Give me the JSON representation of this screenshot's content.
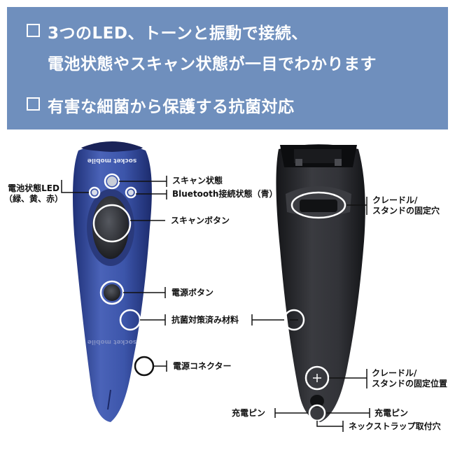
{
  "banner": {
    "line1": "3つのLED、トーンと振動で接続、",
    "line2": "電池状態やスキャン状態が一目でわかります",
    "line3": "有害な細菌から保護する抗菌対応",
    "bg_color": "#6f8fbd"
  },
  "left_device": {
    "brand_top": "socket mobile",
    "brand_bottom": "socket mobile",
    "color": "#3a52a8",
    "labels": {
      "battery_led_line1": "電池状態LED",
      "battery_led_line2": "（緑、黄、赤）",
      "scan_status": "スキャン状態",
      "bluetooth_status": "Bluetooth接続状態（青）",
      "scan_button": "スキャンボタン",
      "power_button": "電源ボタン",
      "antibacterial": "抗菌対策済み材料",
      "power_connector": "電源コネクター"
    }
  },
  "right_device": {
    "color": "#2e2f33",
    "labels": {
      "cradle_hole_line1": "クレードル/",
      "cradle_hole_line2": "スタンドの固定穴",
      "cradle_pos_line1": "クレードル/",
      "cradle_pos_line2": "スタンドの固定位置",
      "charge_pin_left": "充電ピン",
      "charge_pin_right": "充電ピン",
      "neck_strap": "ネックストラップ取付穴"
    }
  }
}
